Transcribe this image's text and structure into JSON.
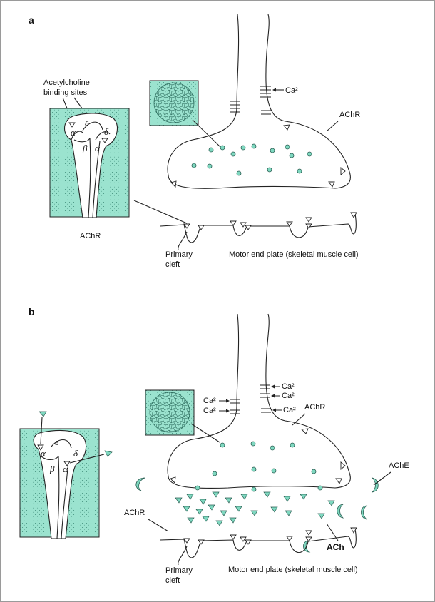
{
  "panel_a": {
    "letter": "a",
    "binding_label_line1": "Acetylcholine",
    "binding_label_line2": "binding sites",
    "subunits": {
      "alpha_left": "α",
      "epsilon": "ε",
      "delta": "δ",
      "beta": "β",
      "alpha_right": "α"
    },
    "box_caption": "AChR",
    "terminal_label": "AChR",
    "calcium_label": "Ca²",
    "cleft_line1": "Primary",
    "cleft_line2": "cleft",
    "end_plate": "Motor end plate (skeletal muscle cell)"
  },
  "panel_b": {
    "letter": "b",
    "subunits": {
      "alpha_left": "α",
      "epsilon": "ε",
      "delta": "δ",
      "beta": "β",
      "alpha_right": "α"
    },
    "calcium_label": "Ca²",
    "terminal_label": "AChR",
    "cleft_achr": "AChR",
    "ache": "AChE",
    "ach": "ACh",
    "cleft_line1": "Primary",
    "cleft_line2": "cleft",
    "end_plate": "Motor end plate (skeletal muscle cell)"
  },
  "colors": {
    "teal": "#9be3cf",
    "vesicle": "#7fd8c0",
    "outline": "#222222"
  }
}
